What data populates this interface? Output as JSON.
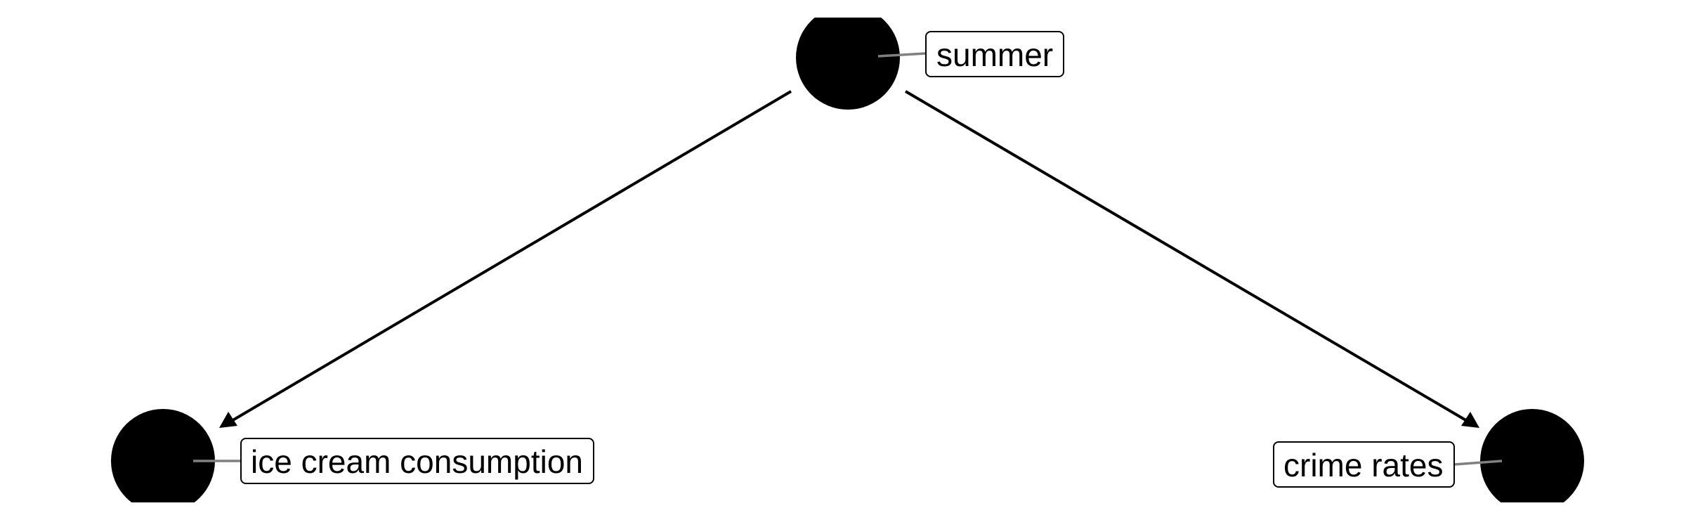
{
  "diagram": {
    "type": "directed-acyclic-graph",
    "colors": {
      "node_fill": "#000000",
      "edge": "#000000",
      "label_leader": "#808080",
      "label_box_border": "#000000",
      "label_box_fill": "#ffffff"
    },
    "nodes": [
      {
        "id": "summer",
        "label": "summer"
      },
      {
        "id": "ice_cream",
        "label": "ice cream consumption"
      },
      {
        "id": "crime",
        "label": "crime rates"
      }
    ],
    "edges": [
      {
        "from": "summer",
        "to": "ice_cream"
      },
      {
        "from": "summer",
        "to": "crime"
      }
    ]
  }
}
